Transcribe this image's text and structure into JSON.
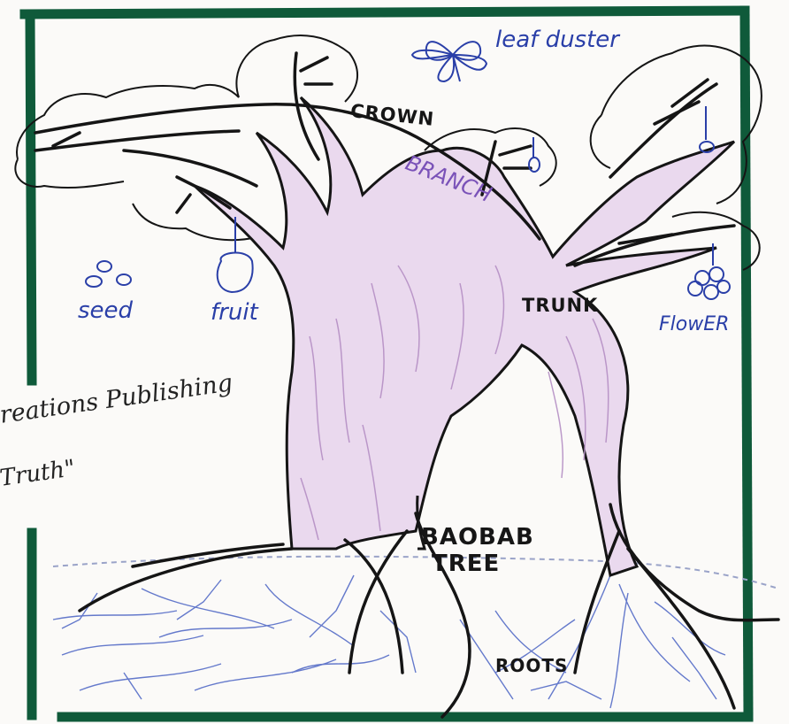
{
  "diagram": {
    "labels": {
      "leaf_duster": "leaf duster",
      "crown": "CROWN",
      "branch": "BRANCH",
      "trunk": "TRUNK",
      "flower": "FlowER",
      "seed": "seed",
      "fruit": "fruit",
      "baobab_line1": "BAOBAB",
      "baobab_line2": "TREE",
      "roots": "ROOTS"
    },
    "credit": {
      "line1": "reations Publishing",
      "line2": "Truth\""
    }
  },
  "colors": {
    "frame": "#0f5a3a",
    "outline": "#151515",
    "blue_ink": "#2a3fa8",
    "purple_ink": "#7a52b8",
    "trunk_shading": "#b58fc4",
    "root_lines": "#4a63c4",
    "background": "#fbfaf8"
  }
}
